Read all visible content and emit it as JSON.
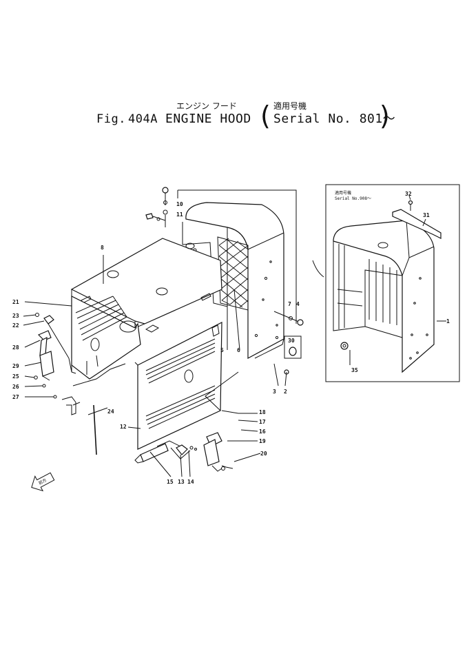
{
  "title": {
    "jp_name": "エンジン フード",
    "fig_label": "Fig.",
    "fig_number": "404A",
    "en_name": "ENGINE HOOD",
    "jp_applicable": "適用号機",
    "serial": "Serial No. 801～"
  },
  "inset": {
    "jp_applicable": "適用号機",
    "serial": "Serial No.908～"
  },
  "front_marker": "前方",
  "callouts": {
    "n1": "1",
    "n2": "2",
    "n3": "3",
    "n4": "4",
    "n5": "5",
    "n6": "6",
    "n7": "7",
    "n8": "8",
    "n10": "10",
    "n11": "11",
    "n12": "12",
    "n13": "13",
    "n14": "14",
    "n15": "15",
    "n16": "16",
    "n17": "17",
    "n18": "18",
    "n19": "19",
    "n20": "20",
    "n21": "21",
    "n22": "22",
    "n23": "23",
    "n24": "24",
    "n25": "25",
    "n26": "26",
    "n27": "27",
    "n28": "28",
    "n29": "29",
    "n30": "30",
    "n31": "31",
    "n32": "32",
    "n35": "35",
    "n1b": "1"
  }
}
